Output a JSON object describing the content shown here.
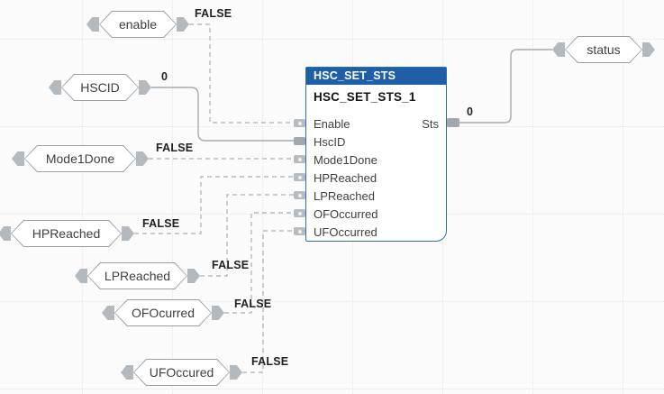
{
  "colors": {
    "canvas-bg": "#fbfbfc",
    "grid-line": "#e4e7e9",
    "block-header": "#1f5fa8",
    "block-border": "#2f6cb3",
    "wire-solid": "#a6abb0",
    "wire-dashed": "#b6bbc0",
    "tag-border": "#9aa0a6",
    "tag-cap": "#b4b9be",
    "pin-connector": "#b7bcc1",
    "text-dark": "#3c4043",
    "value-text": "#202124"
  },
  "block": {
    "title": "HSC_SET_STS",
    "instance": "HSC_SET_STS_1",
    "inputs": [
      {
        "name": "Enable"
      },
      {
        "name": "HscID"
      },
      {
        "name": "Mode1Done"
      },
      {
        "name": "HPReached"
      },
      {
        "name": "LPReached"
      },
      {
        "name": "OFOccurred"
      },
      {
        "name": "UFOccurred"
      }
    ],
    "output": {
      "name": "Sts",
      "value": "0"
    }
  },
  "input_tags": [
    {
      "label": "enable",
      "value": "FALSE"
    },
    {
      "label": "HSCID",
      "value": "0"
    },
    {
      "label": "Mode1Done",
      "value": "FALSE"
    },
    {
      "label": "HPReached",
      "value": "FALSE"
    },
    {
      "label": "LPReached",
      "value": "FALSE"
    },
    {
      "label": "OFOcurred",
      "value": "FALSE"
    },
    {
      "label": "UFOccured",
      "value": "FALSE"
    }
  ],
  "output_tags": [
    {
      "label": "status"
    }
  ]
}
